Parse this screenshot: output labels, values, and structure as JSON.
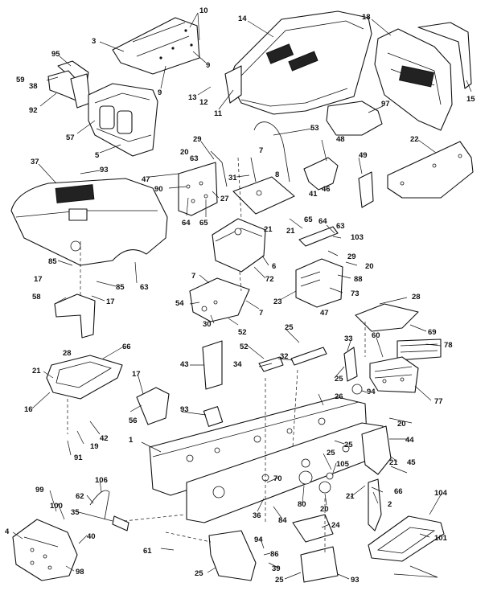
{
  "callouts": [
    {
      "id": "c-10a",
      "text": "10"
    },
    {
      "id": "c-3",
      "text": "3"
    },
    {
      "id": "c-9a",
      "text": "9"
    },
    {
      "id": "c-9b",
      "text": "9"
    },
    {
      "id": "c-95",
      "text": "95"
    },
    {
      "id": "c-59",
      "text": "59"
    },
    {
      "id": "c-38",
      "text": "38"
    },
    {
      "id": "c-92",
      "text": "92"
    },
    {
      "id": "c-57",
      "text": "57"
    },
    {
      "id": "c-5",
      "text": "5"
    },
    {
      "id": "c-14",
      "text": "14"
    },
    {
      "id": "c-13",
      "text": "13"
    },
    {
      "id": "c-12",
      "text": "12"
    },
    {
      "id": "c-11",
      "text": "11"
    },
    {
      "id": "c-18",
      "text": "18"
    },
    {
      "id": "c-15",
      "text": "15"
    },
    {
      "id": "c-97",
      "text": "97"
    },
    {
      "id": "c-53",
      "text": "53"
    },
    {
      "id": "c-22",
      "text": "22"
    },
    {
      "id": "c-37",
      "text": "37"
    },
    {
      "id": "c-93a",
      "text": "93"
    },
    {
      "id": "c-29a",
      "text": "29"
    },
    {
      "id": "c-20a",
      "text": "20"
    },
    {
      "id": "c-63a",
      "text": "63"
    },
    {
      "id": "c-47a",
      "text": "47"
    },
    {
      "id": "c-90",
      "text": "90"
    },
    {
      "id": "c-27",
      "text": "27"
    },
    {
      "id": "c-64a",
      "text": "64"
    },
    {
      "id": "c-65a",
      "text": "65"
    },
    {
      "id": "c-7a",
      "text": "7"
    },
    {
      "id": "c-31",
      "text": "31"
    },
    {
      "id": "c-8",
      "text": "8"
    },
    {
      "id": "c-48",
      "text": "48"
    },
    {
      "id": "c-41",
      "text": "41"
    },
    {
      "id": "c-46",
      "text": "46"
    },
    {
      "id": "c-49",
      "text": "49"
    },
    {
      "id": "c-65b",
      "text": "65"
    },
    {
      "id": "c-64b",
      "text": "64"
    },
    {
      "id": "c-63b",
      "text": "63"
    },
    {
      "id": "c-21a",
      "text": "21"
    },
    {
      "id": "c-21b",
      "text": "21"
    },
    {
      "id": "c-103",
      "text": "103"
    },
    {
      "id": "c-29b",
      "text": "29"
    },
    {
      "id": "c-6",
      "text": "6"
    },
    {
      "id": "c-20b",
      "text": "20"
    },
    {
      "id": "c-72",
      "text": "72"
    },
    {
      "id": "c-88",
      "text": "88"
    },
    {
      "id": "c-73",
      "text": "73"
    },
    {
      "id": "c-23",
      "text": "23"
    },
    {
      "id": "c-47b",
      "text": "47"
    },
    {
      "id": "c-85a",
      "text": "85"
    },
    {
      "id": "c-17a",
      "text": "17"
    },
    {
      "id": "c-85b",
      "text": "85"
    },
    {
      "id": "c-63c",
      "text": "63"
    },
    {
      "id": "c-17b",
      "text": "17"
    },
    {
      "id": "c-58",
      "text": "58"
    },
    {
      "id": "c-7b",
      "text": "7"
    },
    {
      "id": "c-7c",
      "text": "7"
    },
    {
      "id": "c-54",
      "text": "54"
    },
    {
      "id": "c-30",
      "text": "30"
    },
    {
      "id": "c-52",
      "text": "52"
    },
    {
      "id": "c-28a",
      "text": "28"
    },
    {
      "id": "c-69",
      "text": "69"
    },
    {
      "id": "c-28b",
      "text": "28"
    },
    {
      "id": "c-66a",
      "text": "66"
    },
    {
      "id": "c-21c",
      "text": "21"
    },
    {
      "id": "c-43",
      "text": "43"
    },
    {
      "id": "c-25a",
      "text": "25"
    },
    {
      "id": "c-52b",
      "text": "52"
    },
    {
      "id": "c-34",
      "text": "34"
    },
    {
      "id": "c-32",
      "text": "32"
    },
    {
      "id": "c-33",
      "text": "33"
    },
    {
      "id": "c-60",
      "text": "60"
    },
    {
      "id": "c-78",
      "text": "78"
    },
    {
      "id": "c-25b",
      "text": "25"
    },
    {
      "id": "c-94a",
      "text": "94"
    },
    {
      "id": "c-77",
      "text": "77"
    },
    {
      "id": "c-56",
      "text": "56"
    },
    {
      "id": "c-17c",
      "text": "17"
    },
    {
      "id": "c-16",
      "text": "16"
    },
    {
      "id": "c-93b",
      "text": "93"
    },
    {
      "id": "c-42",
      "text": "42"
    },
    {
      "id": "c-26",
      "text": "26"
    },
    {
      "id": "c-20c",
      "text": "20"
    },
    {
      "id": "c-19",
      "text": "19"
    },
    {
      "id": "c-91",
      "text": "91"
    },
    {
      "id": "c-1",
      "text": "1"
    },
    {
      "id": "c-25c",
      "text": "25"
    },
    {
      "id": "c-44",
      "text": "44"
    },
    {
      "id": "c-21d",
      "text": "21"
    },
    {
      "id": "c-45",
      "text": "45"
    },
    {
      "id": "c-25d",
      "text": "25"
    },
    {
      "id": "c-105",
      "text": "105"
    },
    {
      "id": "c-99",
      "text": "99"
    },
    {
      "id": "c-106",
      "text": "106"
    },
    {
      "id": "c-70",
      "text": "70"
    },
    {
      "id": "c-80",
      "text": "80"
    },
    {
      "id": "c-20d",
      "text": "20"
    },
    {
      "id": "c-21e",
      "text": "21"
    },
    {
      "id": "c-66b",
      "text": "66"
    },
    {
      "id": "c-104",
      "text": "104"
    },
    {
      "id": "c-100",
      "text": "100"
    },
    {
      "id": "c-62",
      "text": "62"
    },
    {
      "id": "c-35",
      "text": "35"
    },
    {
      "id": "c-36",
      "text": "36"
    },
    {
      "id": "c-84",
      "text": "84"
    },
    {
      "id": "c-2",
      "text": "2"
    },
    {
      "id": "c-4",
      "text": "4"
    },
    {
      "id": "c-40",
      "text": "40"
    },
    {
      "id": "c-24",
      "text": "24"
    },
    {
      "id": "c-101",
      "text": "101"
    },
    {
      "id": "c-61",
      "text": "61"
    },
    {
      "id": "c-94b",
      "text": "94"
    },
    {
      "id": "c-86",
      "text": "86"
    },
    {
      "id": "c-98",
      "text": "98"
    },
    {
      "id": "c-25e",
      "text": "25"
    },
    {
      "id": "c-39",
      "text": "39"
    },
    {
      "id": "c-25f",
      "text": "25"
    },
    {
      "id": "c-93c",
      "text": "93"
    }
  ]
}
